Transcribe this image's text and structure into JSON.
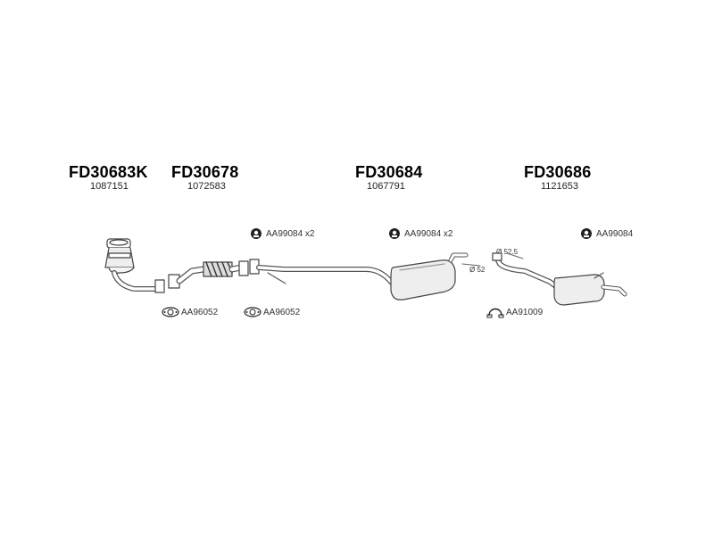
{
  "sections": [
    {
      "code": "FD30683K",
      "oem": "1087151"
    },
    {
      "code": "FD30678",
      "oem": "1072583"
    },
    {
      "code": "FD30684",
      "oem": "1067791"
    },
    {
      "code": "FD30686",
      "oem": "1121653"
    }
  ],
  "accessories": {
    "mount_1": "AA99084 x2",
    "mount_2": "AA99084 x2",
    "mount_3": "AA99084",
    "gasket_1": "AA96052",
    "gasket_2": "AA96052",
    "clamp": "AA91009"
  },
  "dimensions": {
    "d1": "Ø 52.5",
    "d2": "Ø 52"
  },
  "icons": {
    "mount": "rubber-mount-icon",
    "gasket": "gasket-icon",
    "clamp": "clamp-icon"
  }
}
